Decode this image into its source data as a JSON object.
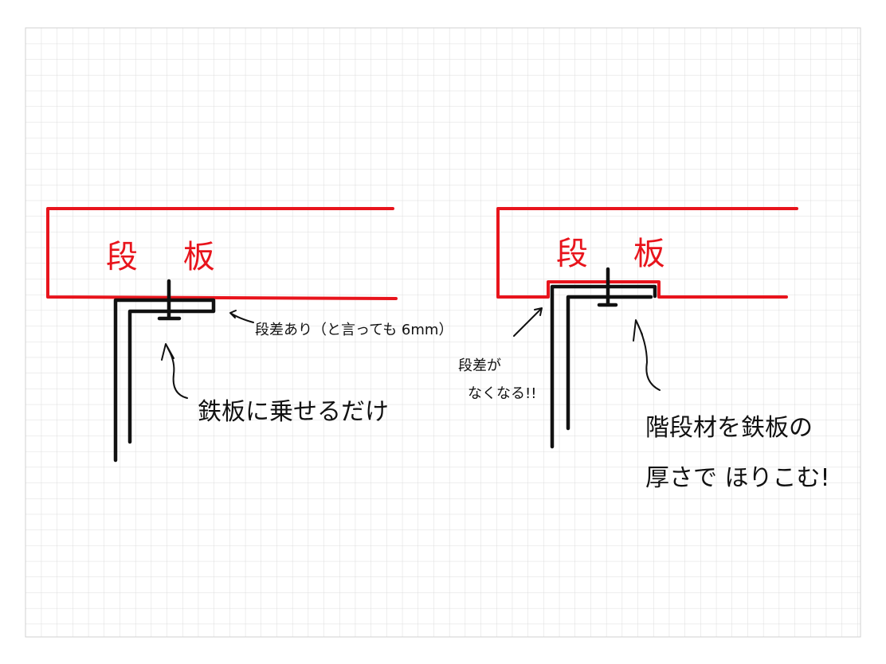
{
  "left_diagram": {
    "board_label": "段 板",
    "step_note": "段差あり（と言っても 6mm）",
    "plate_note": "鉄板に乗せるだけ"
  },
  "right_diagram": {
    "board_label": "段 板",
    "step_note_line1": "段差が",
    "step_note_line2": "なくなる!!",
    "recess_note_line1": "階段材を鉄板の",
    "recess_note_line2": "厚さで ほりこむ!"
  },
  "colors": {
    "board": "#e8141c",
    "steel": "#111111",
    "grid": "#d9d9d9"
  }
}
